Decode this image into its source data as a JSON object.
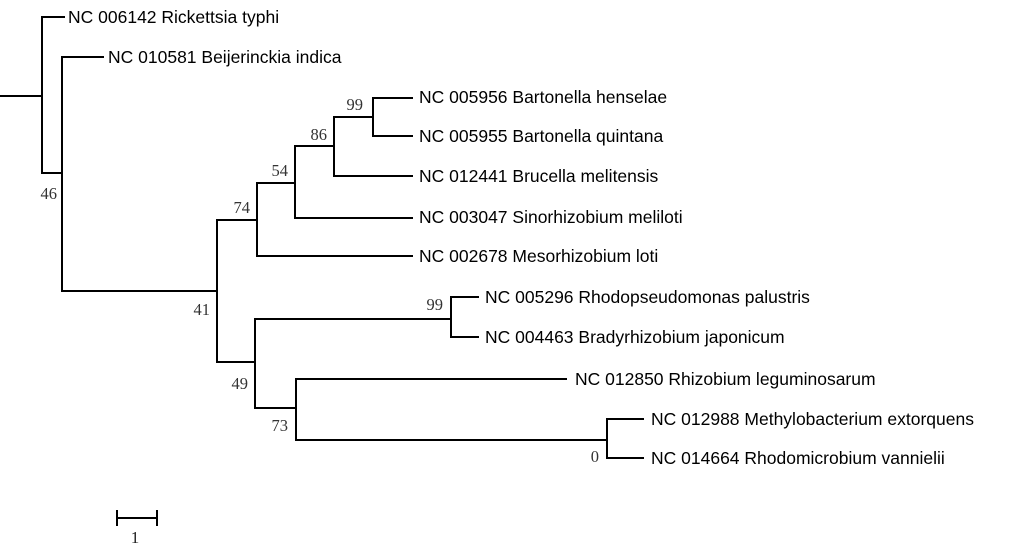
{
  "figure": {
    "type": "phylogenetic-tree",
    "background": "#ffffff",
    "line_color": "#000000",
    "taxon_label_color": "#000000",
    "support_label_color": "#333333"
  },
  "tree": {
    "taxa": [
      {
        "label": "NC 006142 Rickettsia typhi"
      },
      {
        "label": "NC 010581 Beijerinckia indica"
      },
      {
        "label": "NC 005956 Bartonella henselae"
      },
      {
        "label": "NC 005955 Bartonella quintana"
      },
      {
        "label": "NC 012441 Brucella melitensis"
      },
      {
        "label": "NC 003047 Sinorhizobium meliloti"
      },
      {
        "label": "NC 002678 Mesorhizobium loti"
      },
      {
        "label": "NC 005296 Rhodopseudomonas palustris"
      },
      {
        "label": "NC 004463 Bradyrhizobium japonicum"
      },
      {
        "label": "NC 012850 Rhizobium leguminosarum"
      },
      {
        "label": "NC 012988 Methylobacterium extorquens"
      },
      {
        "label": "NC 014664 Rhodomicrobium vannielii"
      }
    ],
    "supports": [
      {
        "id": "bartonella-pair",
        "value": "99"
      },
      {
        "id": "bartonella-plus-brucella",
        "value": "86"
      },
      {
        "id": "plus-sinorhizobium",
        "value": "54"
      },
      {
        "id": "plus-mesorhizobium",
        "value": "74"
      },
      {
        "id": "beijerinckia-plus-rest",
        "value": "46"
      },
      {
        "id": "rhizobiales-split",
        "value": "41"
      },
      {
        "id": "rhodopseudomonas-bradyrhizobium",
        "value": "99"
      },
      {
        "id": "lower-clade",
        "value": "49"
      },
      {
        "id": "rhizobium-plus-pair",
        "value": "73"
      },
      {
        "id": "methylobacterium-rhodomicrobium",
        "value": "0"
      }
    ],
    "scale_bar": {
      "label": "1"
    },
    "newick": "(Rickettsia_typhi,(Beijerinckia_indica,(((((Bartonella_henselae,Bartonella_quintana)99,Brucella_melitensis)86,Sinorhizobium_meliloti)54,Mesorhizobium_loti)74,((Rhodopseudomonas_palustris,Bradyrhizobium_japonicum)99,(Rhizobium_leguminosarum,(Methylobacterium_extorquens,Rhodomicrobium_vannielii)0)73)49)41)46);"
  }
}
